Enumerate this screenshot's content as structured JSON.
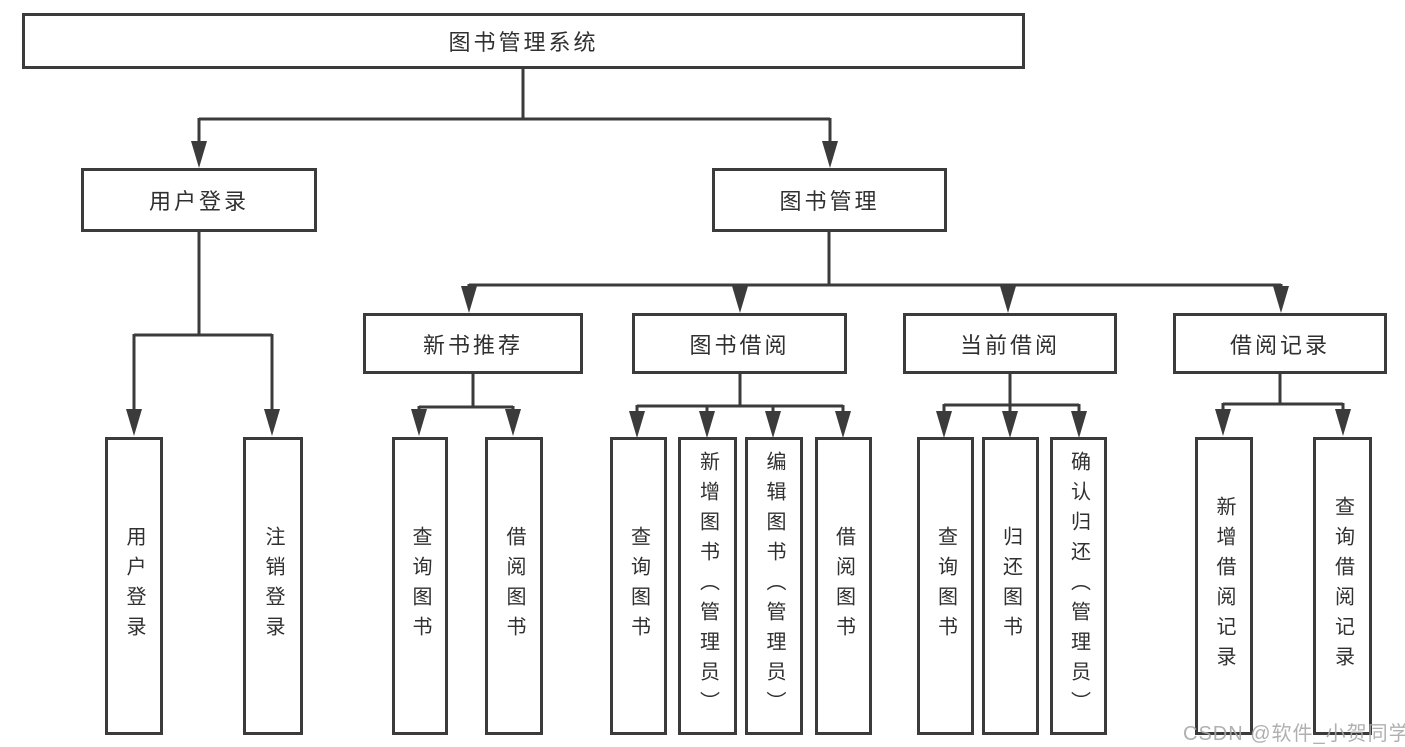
{
  "diagram_title": "图书管理系统",
  "nodes": {
    "root": {
      "label": "图书管理系统"
    },
    "branches": [
      {
        "label": "用户登录"
      },
      {
        "label": "图书管理"
      }
    ],
    "sections": [
      {
        "label": "新书推荐"
      },
      {
        "label": "图书借阅"
      },
      {
        "label": "当前借阅"
      },
      {
        "label": "借阅记录"
      }
    ],
    "leaves": [
      {
        "label": "用户登录"
      },
      {
        "label": "注销登录"
      },
      {
        "label": "查询图书"
      },
      {
        "label": "借阅图书"
      },
      {
        "label": "查询图书"
      },
      {
        "label": "新增图书（管理员）"
      },
      {
        "label": "编辑图书（管理员）"
      },
      {
        "label": "借阅图书"
      },
      {
        "label": "查询图书"
      },
      {
        "label": "归还图书"
      },
      {
        "label": "确认归还（管理员）"
      },
      {
        "label": "新增借阅记录"
      },
      {
        "label": "查询借阅记录"
      }
    ]
  },
  "watermark": {
    "text": "CSDN @软件_小贺同学"
  },
  "colors": {
    "line": "#3b3b3b",
    "text": "#303030",
    "watermark": "#a8a8a8",
    "background": "#ffffff"
  }
}
